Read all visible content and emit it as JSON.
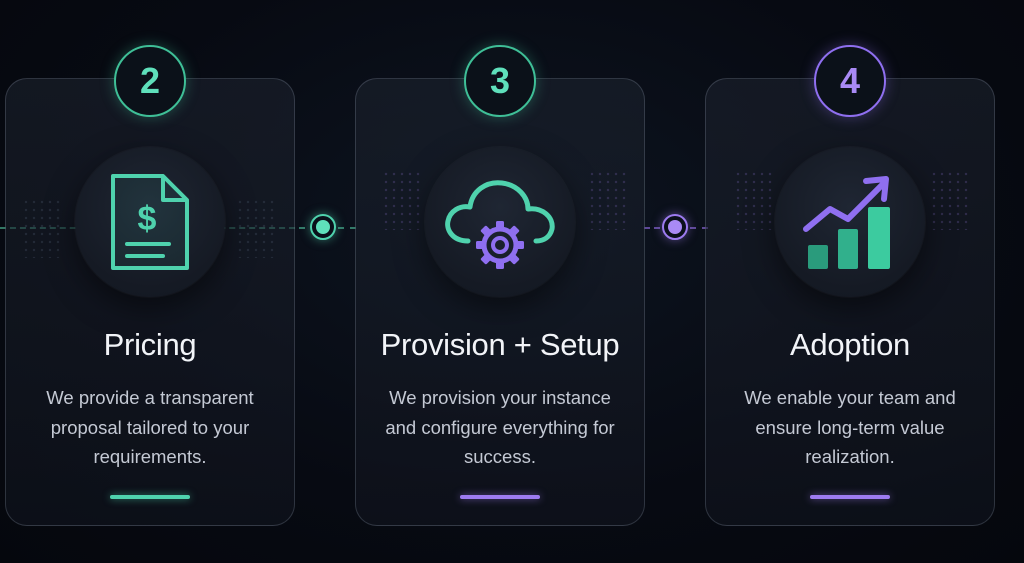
{
  "steps": [
    {
      "number": "2",
      "title": "Pricing",
      "description": "We provide a transparent proposal tailored to your requirements.",
      "icon": "invoice-dollar-icon",
      "accent": "#4fd2ad"
    },
    {
      "number": "3",
      "title": "Provision + Setup",
      "description": "We provision your instance and configure everything for success.",
      "icon": "cloud-gear-icon",
      "accent": "#9d7bf0"
    },
    {
      "number": "4",
      "title": "Adoption",
      "description": "We enable your team and ensure long-term value realization.",
      "icon": "growth-chart-icon",
      "accent": "#9d7bf0"
    }
  ],
  "colors": {
    "teal": "#4fd2ad",
    "purple": "#9d7bf0",
    "background": "#070a12"
  }
}
